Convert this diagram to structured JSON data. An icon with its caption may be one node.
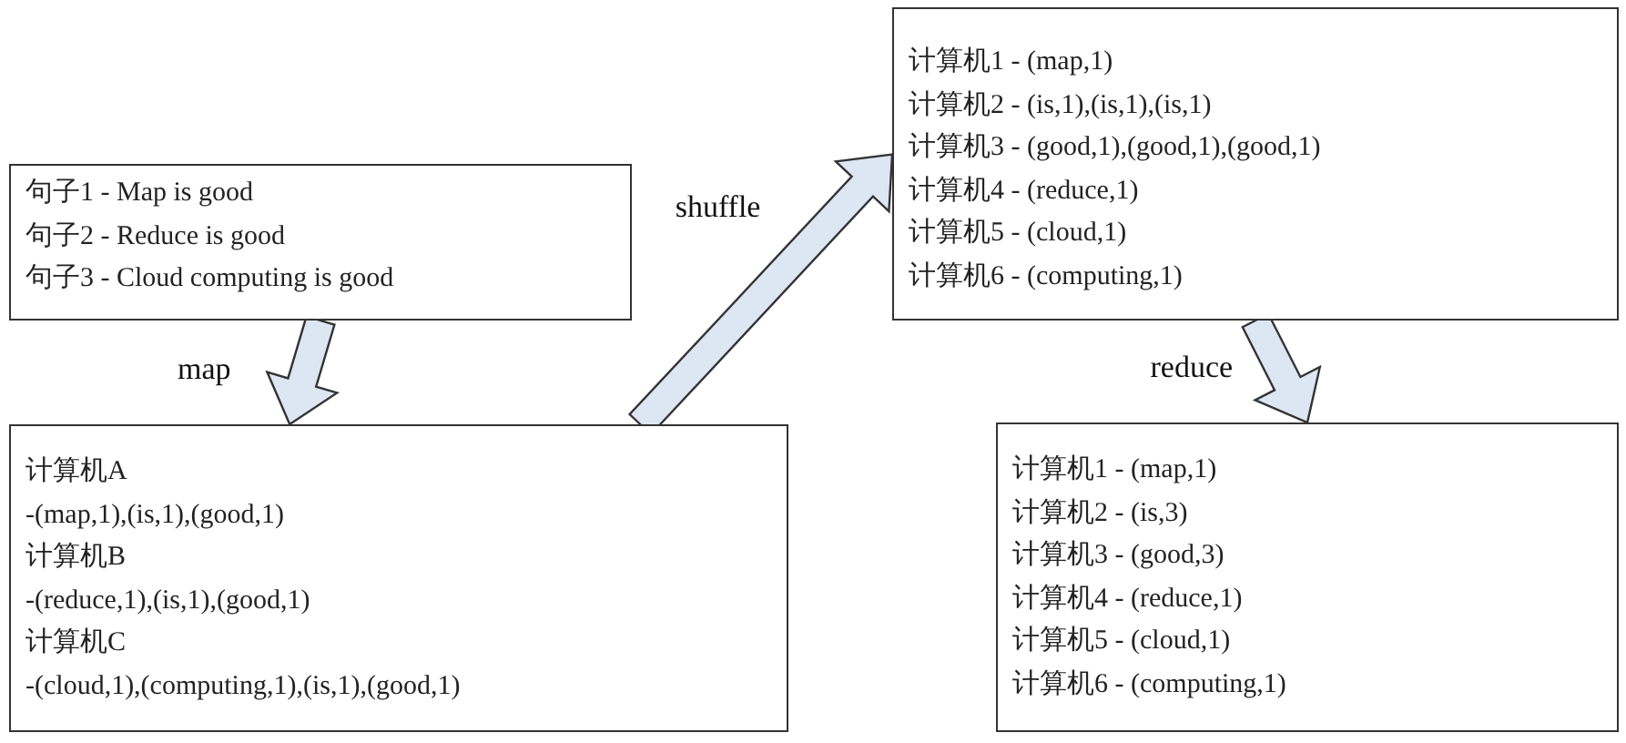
{
  "diagram": {
    "nodes": [
      {
        "text": [
          "句子1 - Map is good",
          "句子2 - Reduce is good",
          "句子3 - Cloud computing is good"
        ]
      },
      {
        "text": [
          "计算机A",
          "-(map,1),(is,1),(good,1)",
          "计算机B",
          "-(reduce,1),(is,1),(good,1)",
          "计算机C",
          "-(cloud,1),(computing,1),(is,1),(good,1)"
        ]
      },
      {
        "text": [
          "计算机1 - (map,1)",
          "计算机2 - (is,1),(is,1),(is,1)",
          "计算机3 - (good,1),(good,1),(good,1)",
          "计算机4 - (reduce,1)",
          "计算机5 - (cloud,1)",
          "计算机6 - (computing,1)"
        ]
      },
      {
        "text": [
          "计算机1 - (map,1)",
          "计算机2 - (is,3)",
          "计算机3 - (good,3)",
          "计算机4 - (reduce,1)",
          "计算机5 - (cloud,1)",
          "计算机6 - (computing,1)"
        ]
      }
    ],
    "edges": [
      {
        "from": 0,
        "to": 1,
        "arrow": "to",
        "label": "map"
      },
      {
        "from": 1,
        "to": 2,
        "arrow": "to",
        "label": "shuffle"
      },
      {
        "from": 2,
        "to": 3,
        "arrow": "to",
        "label": "reduce"
      }
    ]
  }
}
